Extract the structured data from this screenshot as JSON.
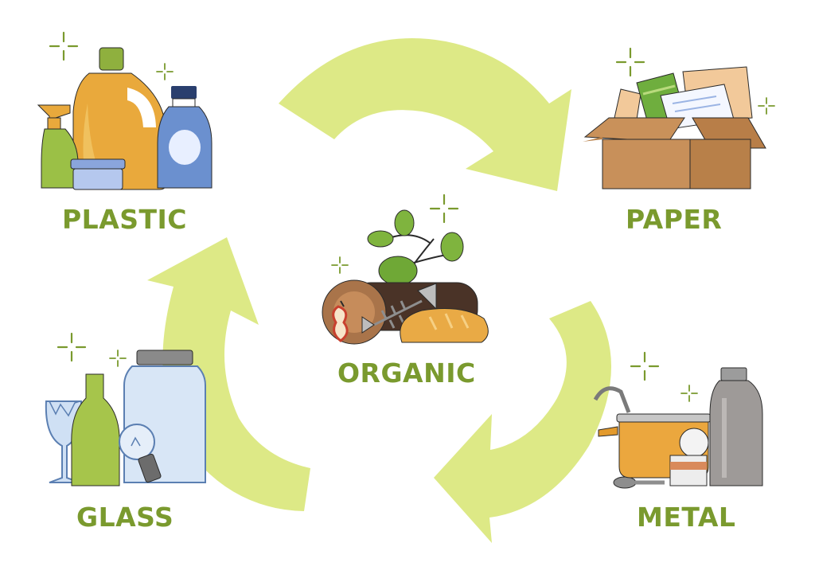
{
  "labels": {
    "plastic": "PLASTIC",
    "paper": "PAPER",
    "organic": "ORGANIC",
    "glass": "GLASS",
    "metal": "METAL"
  },
  "colors": {
    "label_green": "#7a9a2e",
    "arrow_green": "#dde986",
    "sparkle_green": "#7a9a2e",
    "background": "#ffffff"
  },
  "icons": {
    "plastic": [
      "spray-bottle-icon",
      "jerrycan-icon",
      "blue-bottle-icon",
      "food-container-icon"
    ],
    "paper": [
      "cardboard-box-icon",
      "paper-sheets-icon",
      "green-book-icon"
    ],
    "organic": [
      "log-icon",
      "plant-icon",
      "fish-bone-icon",
      "apple-core-icon",
      "bread-icon"
    ],
    "glass": [
      "wine-glass-icon",
      "green-bottle-icon",
      "glass-jar-icon",
      "light-bulb-icon"
    ],
    "metal": [
      "cooking-pot-icon",
      "metal-bottle-icon",
      "tin-can-icon",
      "spoon-icon"
    ],
    "cycle": [
      "cycle-arrow-icon"
    ]
  }
}
